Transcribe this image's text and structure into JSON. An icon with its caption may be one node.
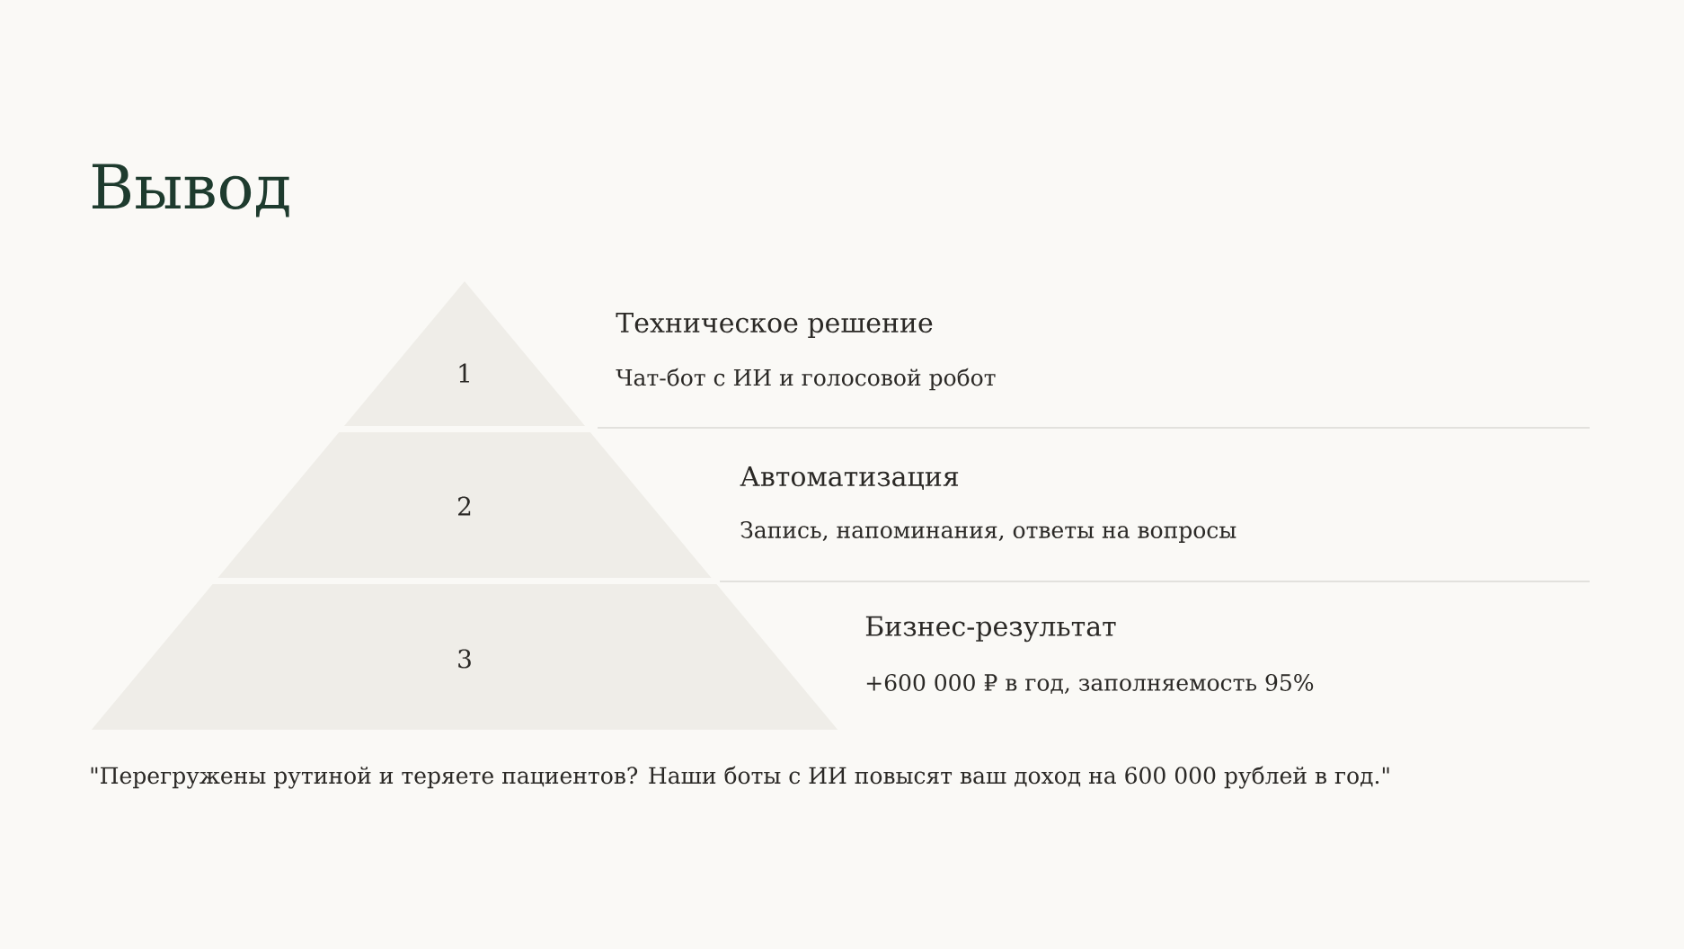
{
  "diagram": {
    "title": "Вывод",
    "nodes": [
      {
        "text": [
          "1"
        ],
        "beside": [
          "Техническое решение",
          "Чат-бот с ИИ и голосовой робот"
        ]
      },
      {
        "text": [
          "2"
        ],
        "beside": [
          "Автоматизация",
          "Запись, напоминания, ответы на вопросы"
        ]
      },
      {
        "text": [
          "3"
        ],
        "beside": [
          "Бизнес-результат",
          "+600 000 ₽ в год, заполняемость 95%"
        ]
      }
    ],
    "labels": [
      "\"Перегружены рутиной и теряете пациентов? Наши боты с ИИ повысят ваш доход на 600 000 рублей в год.\""
    ]
  }
}
